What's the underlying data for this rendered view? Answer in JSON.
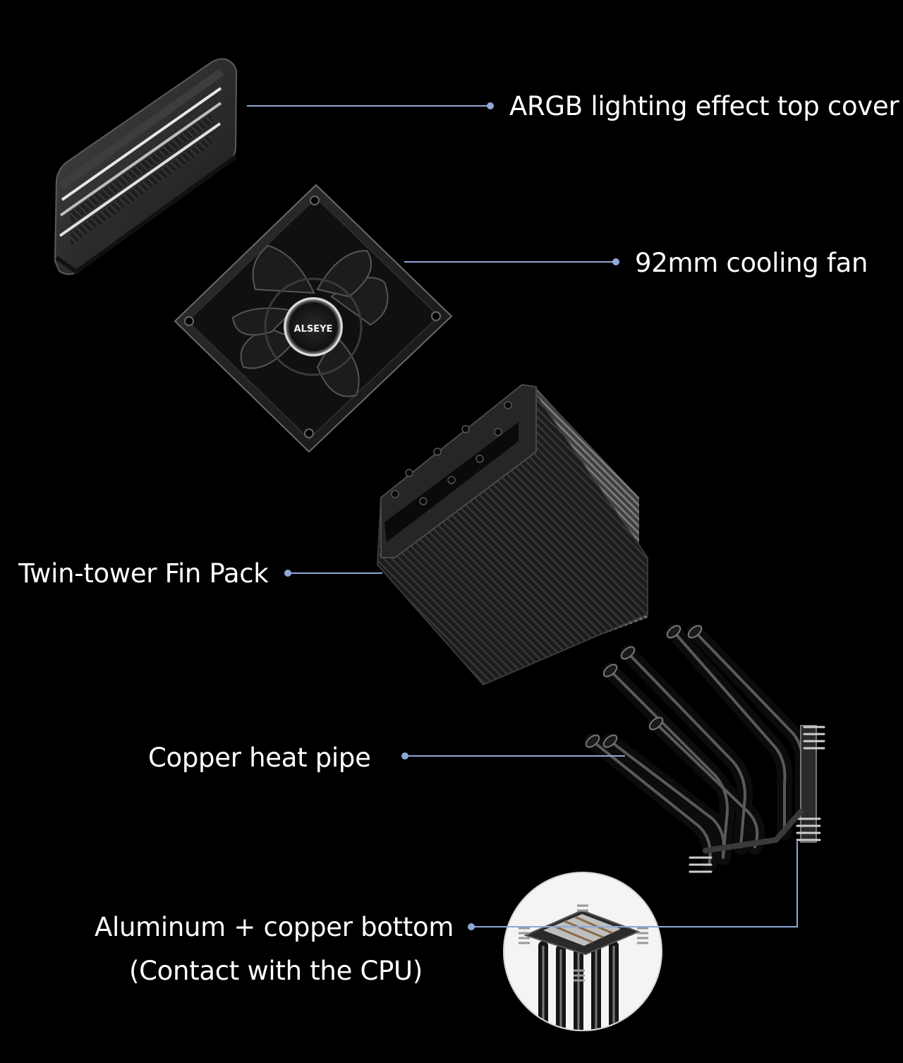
{
  "labels": {
    "top_cover": "ARGB lighting effect top cover",
    "fan": "92mm cooling fan",
    "fin_pack": "Twin-tower Fin Pack",
    "heat_pipe": "Copper heat pipe",
    "bottom_line1": "Aluminum + copper bottom",
    "bottom_line2": "(Contact with the CPU)"
  },
  "fan_logo": "ALSEYE",
  "colors": {
    "background": "#000000",
    "leader_line": "#8fa8d8",
    "text": "#ffffff"
  }
}
